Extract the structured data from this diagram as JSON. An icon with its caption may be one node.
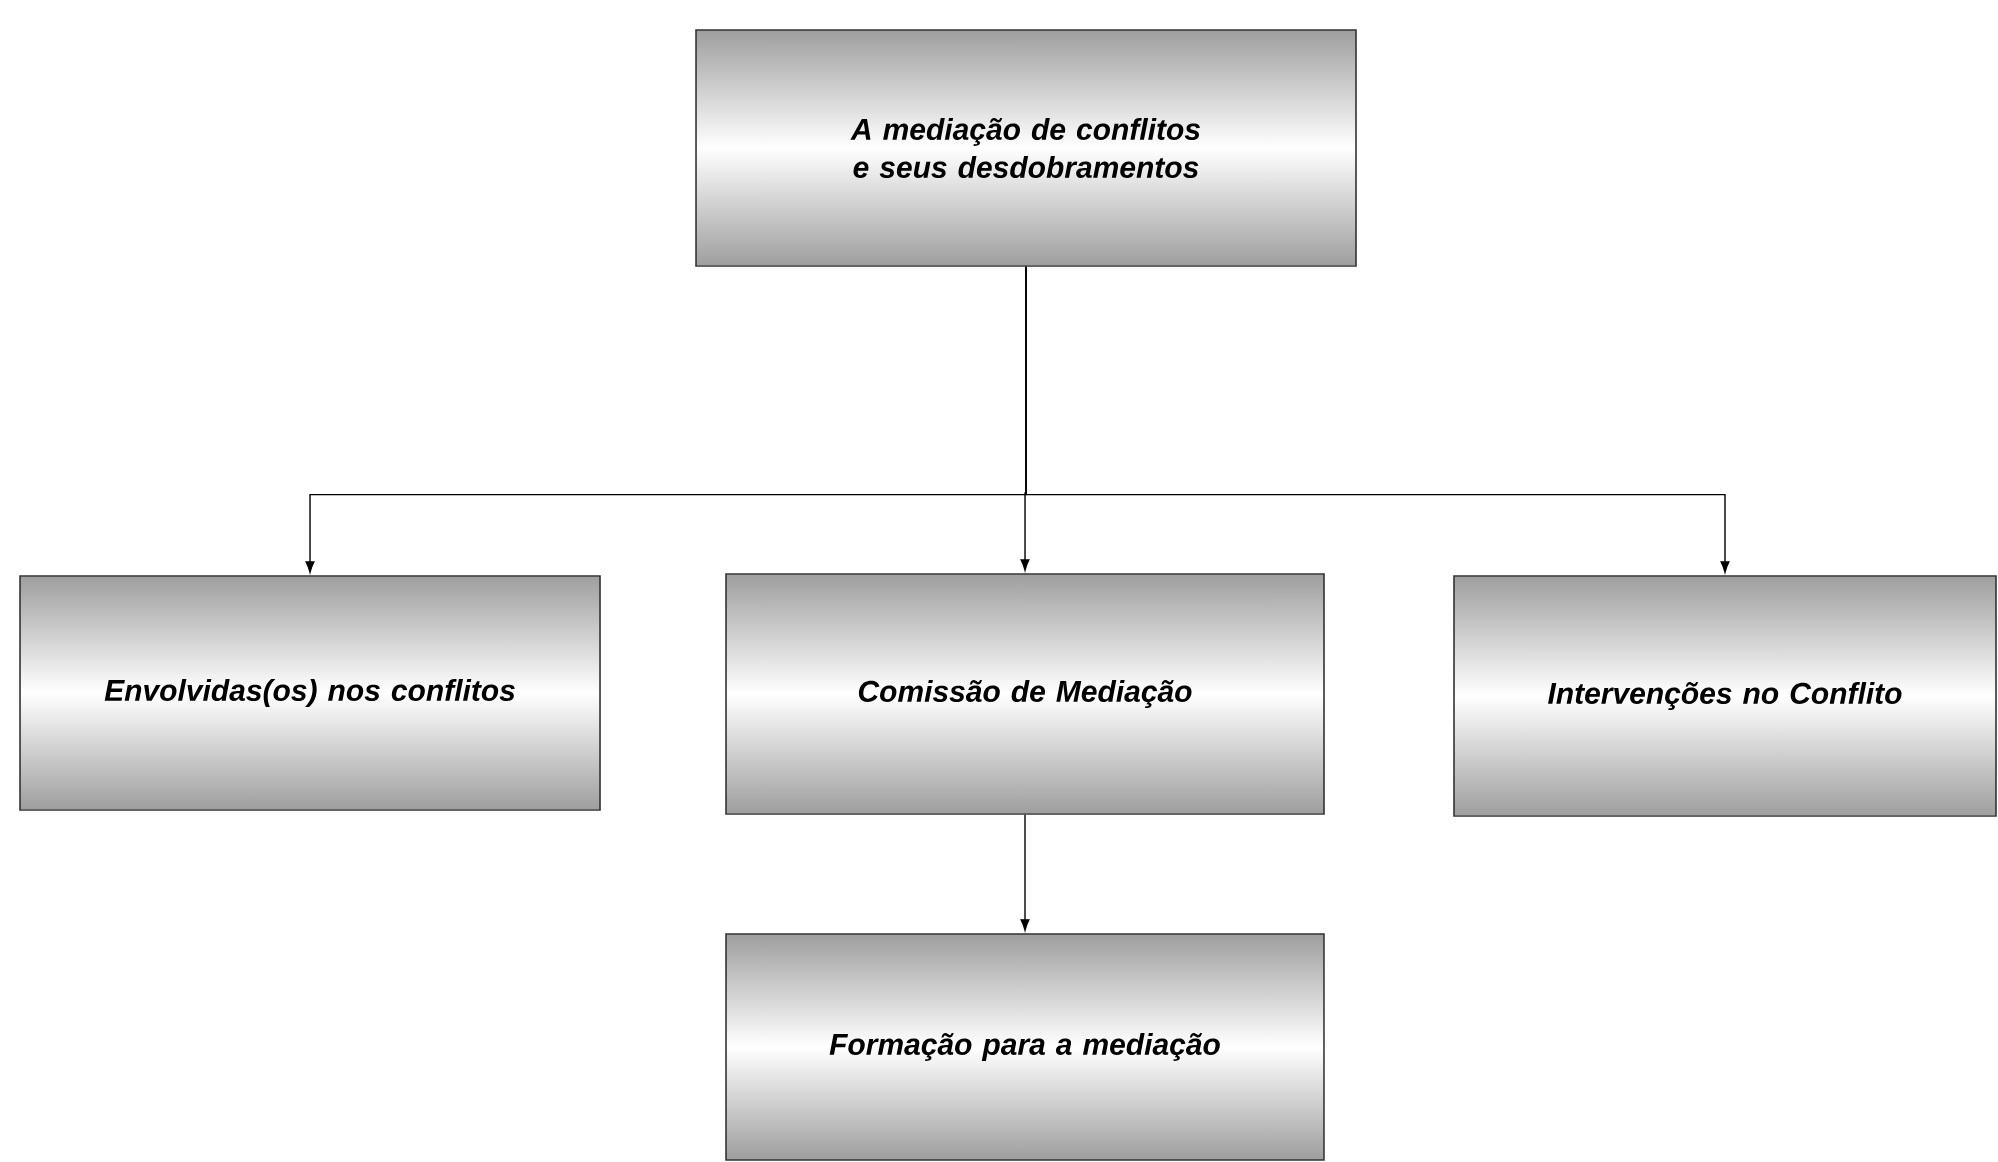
{
  "diagram": {
    "nodes": [
      {
        "text": [
          "A mediação de conflitos e seus desdobramentos"
        ]
      },
      {
        "text": [
          "Envolvidas(os) nos conflitos"
        ]
      },
      {
        "text": [
          "Comissão de Mediação"
        ]
      },
      {
        "text": [
          "Intervenções no Conflito"
        ]
      },
      {
        "text": [
          "Formação para a mediação"
        ]
      }
    ],
    "edges": [
      {
        "from": 0,
        "to": 1,
        "arrow": "to"
      },
      {
        "from": 0,
        "to": 2,
        "arrow": "to"
      },
      {
        "from": 0,
        "to": 3,
        "arrow": "to"
      },
      {
        "from": 2,
        "to": 4,
        "arrow": "to"
      }
    ]
  }
}
